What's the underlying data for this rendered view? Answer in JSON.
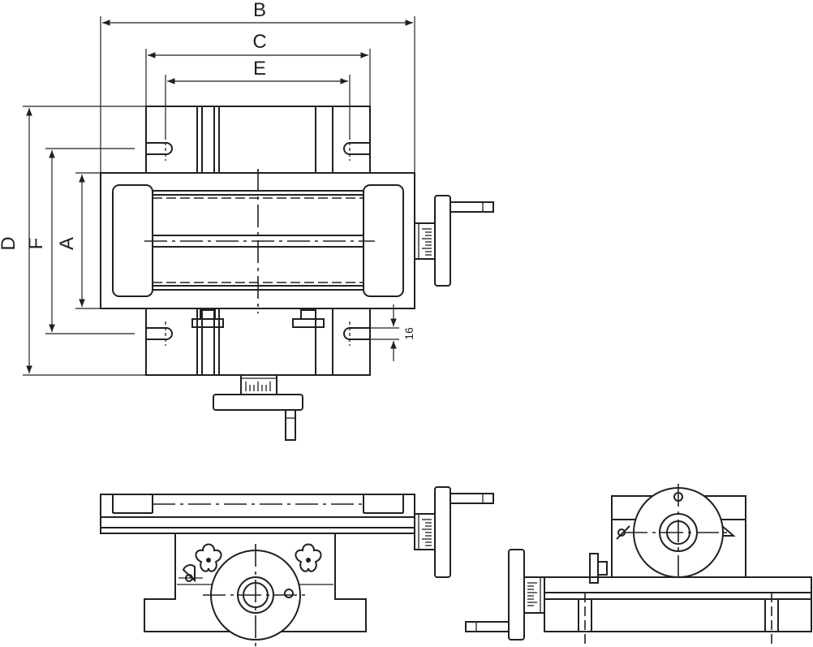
{
  "labels": {
    "A": "A",
    "B": "B",
    "C": "C",
    "D": "D",
    "E": "E",
    "F": "F",
    "slot_offset": "16"
  },
  "colors": {
    "line": "#231f20",
    "background": "#ffffff"
  }
}
